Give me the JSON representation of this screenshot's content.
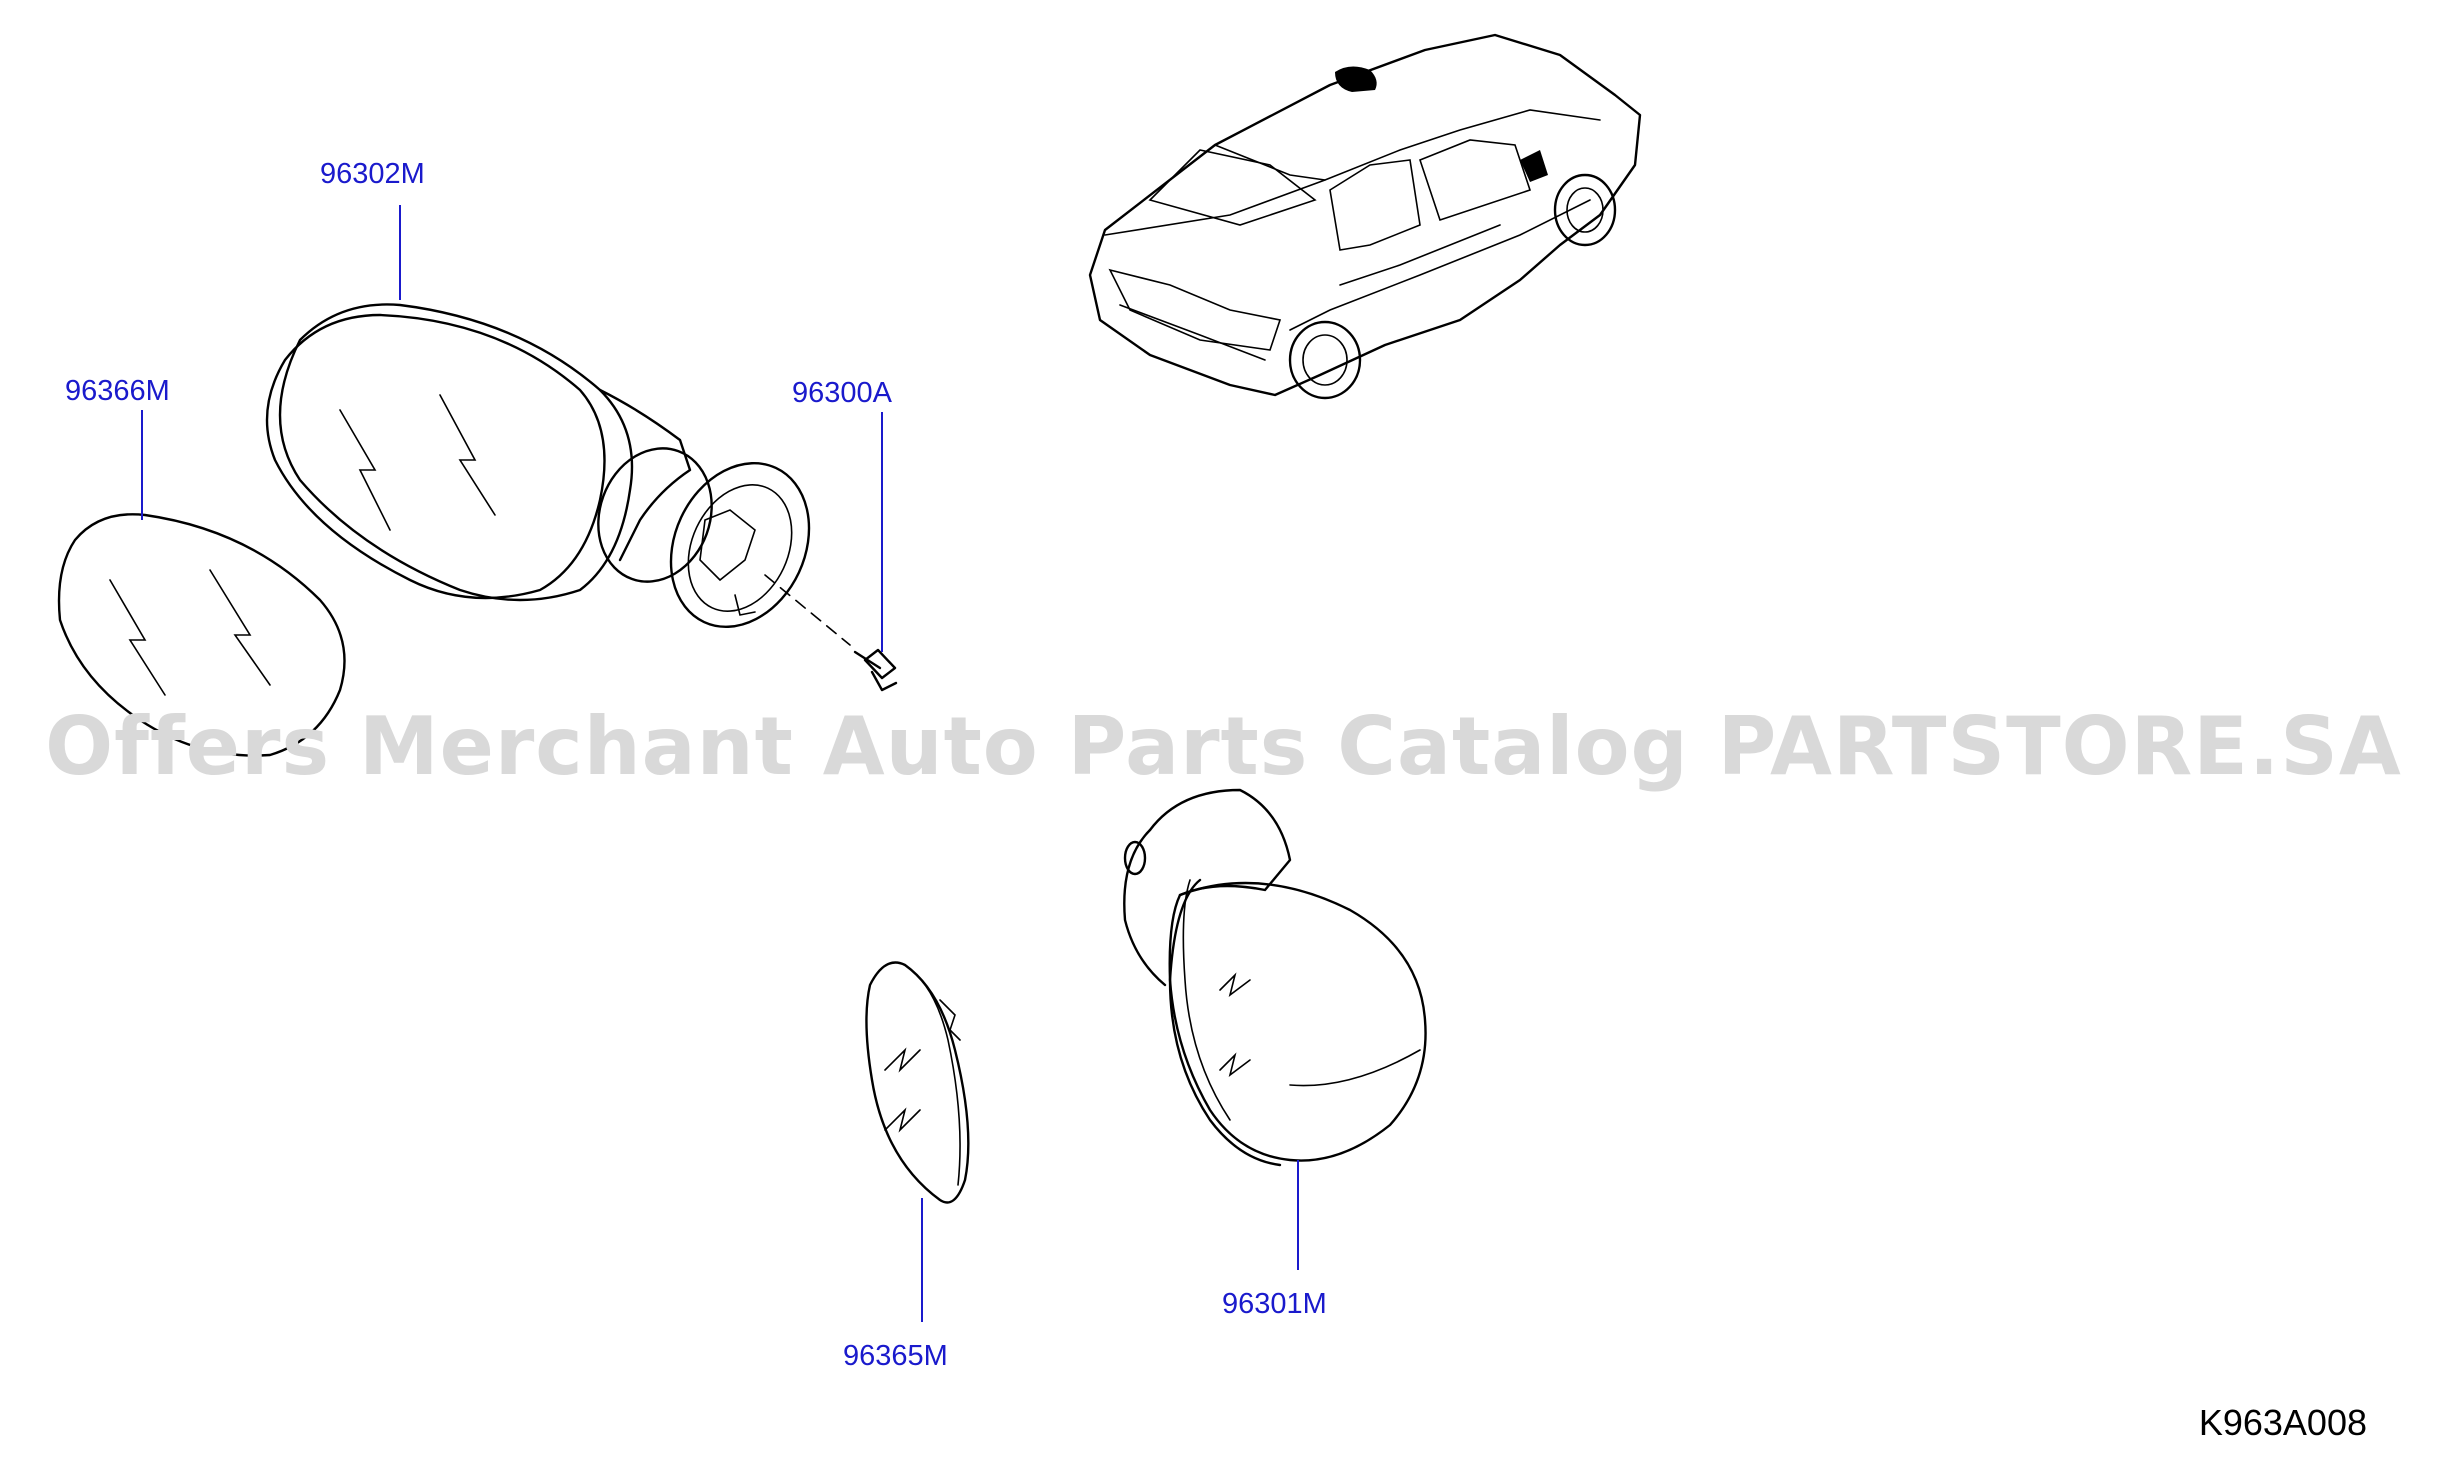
{
  "labels": {
    "p96302M": "96302M",
    "p96366M": "96366M",
    "p96300A": "96300A",
    "p96365M": "96365M",
    "p96301M": "96301M"
  },
  "watermark": "Offers Merchant Auto Parts Catalog PARTSTORE.SA",
  "diagram_code": "K963A008",
  "colors": {
    "label": "#1a1acc",
    "watermark": "#d9d9d9",
    "line": "#000000"
  }
}
